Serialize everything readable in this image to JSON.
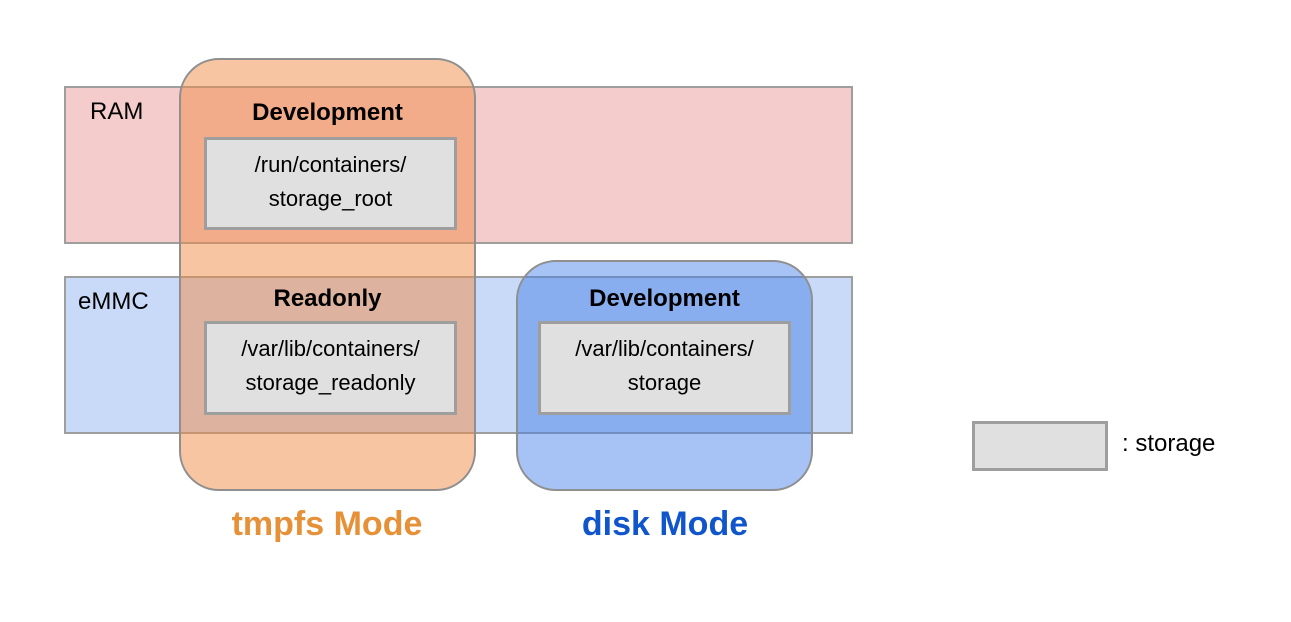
{
  "bands": [
    {
      "label": "RAM",
      "color": "#f4cccc"
    },
    {
      "label": "eMMC",
      "color": "#c9daf8"
    }
  ],
  "modes": [
    {
      "label": "tmpfs Mode",
      "label_color": "#e69138",
      "sections": [
        {
          "title": "Development",
          "storage_line1": "/run/containers/",
          "storage_line2": "storage_root"
        },
        {
          "title": "Readonly",
          "storage_line1": "/var/lib/containers/",
          "storage_line2": "storage_readonly"
        }
      ]
    },
    {
      "label": "disk Mode",
      "label_color": "#1155cc",
      "sections": [
        {
          "title": "Development",
          "storage_line1": "/var/lib/containers/",
          "storage_line2": "storage"
        }
      ]
    }
  ],
  "legend": {
    "text": ": storage"
  }
}
